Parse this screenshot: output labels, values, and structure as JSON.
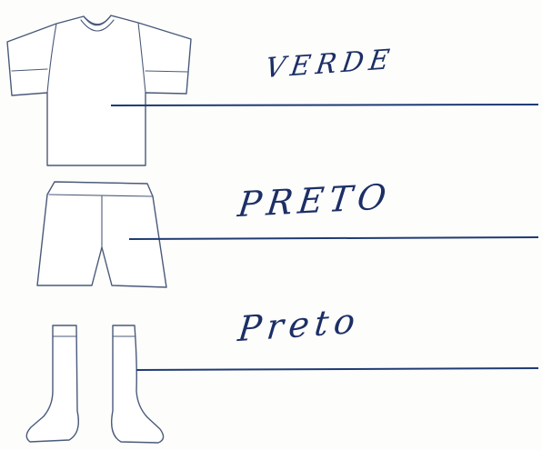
{
  "items": [
    {
      "garment": "shirt-icon",
      "color_label": "VERDE"
    },
    {
      "garment": "shorts-icon",
      "color_label": "PRETO"
    },
    {
      "garment": "socks-icon",
      "color_label": "Preto"
    }
  ],
  "colors": {
    "ink": "#1c2f66",
    "leader_line": "#1f3b73",
    "drawing_outline": "#4a5a7a"
  }
}
